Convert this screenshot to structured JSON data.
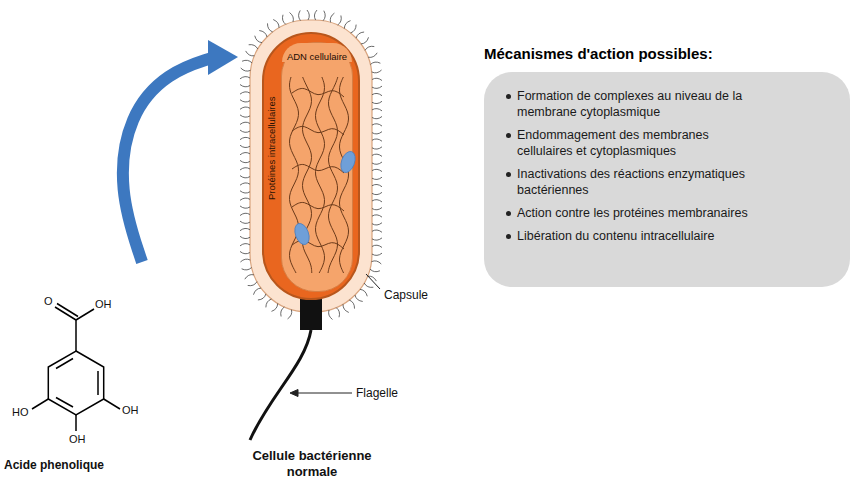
{
  "diagram": {
    "nodes": [
      {
        "text": [
          "Protéines intracellulaires"
        ]
      },
      {
        "text": [
          "ADN cellulaire"
        ],
        "in": 0
      },
      {
        "text": [
          "Mécanismes d'action possibles:",
          "Formation de complexes au niveau de la membrane cytoplasmique",
          "Endommagement des membranes cellulaires et cytoplasmiques",
          "Inactivations des réactions enzymatiques bactériennes",
          "Action contre les protéines membranaires",
          "Libération du contenu intracellulaire"
        ]
      }
    ],
    "labels": [
      "O",
      "OH",
      "HO",
      "OH",
      "OH",
      "Acide phenolique",
      "Capsule",
      "Flagelle",
      "Cellule bactérienne normale"
    ]
  }
}
